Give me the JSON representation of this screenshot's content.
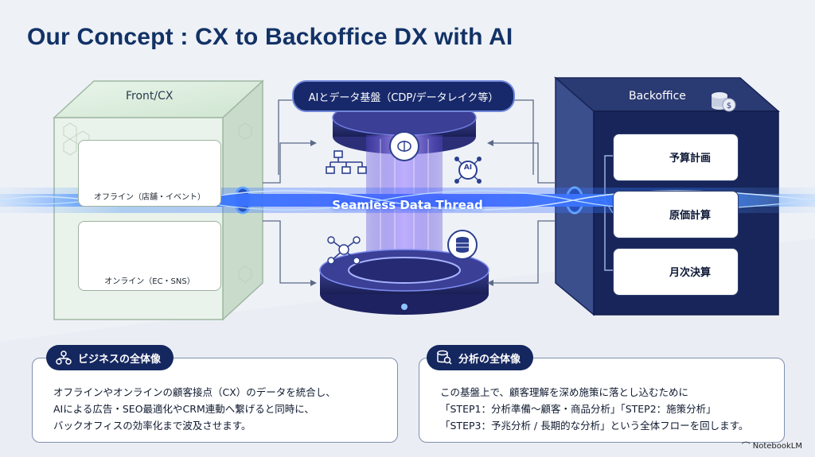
{
  "title": "Our Concept : CX to Backoffice DX with AI",
  "front": {
    "title": "Front/CX",
    "offline_label": "オフライン（店舗・イベント）",
    "online_label": "オンライン（EC・SNS）"
  },
  "center": {
    "platform_label": "AIとデータ基盤（CDP/データレイク等）",
    "thread_label": "Seamless Data Thread",
    "ai_badge": "AI"
  },
  "backoffice": {
    "title": "Backoffice",
    "items": [
      {
        "label": "予算計画",
        "icon": "budget-calculator-icon"
      },
      {
        "label": "原価計算",
        "icon": "cost-chart-icon"
      },
      {
        "label": "月次決算",
        "icon": "calendar-check-icon"
      }
    ]
  },
  "panels": {
    "business": {
      "tag": "ビジネスの全体像",
      "icon": "org-chart-icon",
      "lines": [
        "オフラインやオンラインの顧客接点（CX）のデータを統合し、",
        "AIによる広告・SEO最適化やCRM連動へ繋げると同時に、",
        "バックオフィスの効率化まで波及させます。"
      ]
    },
    "analysis": {
      "tag": "分析の全体像",
      "icon": "database-search-icon",
      "lines": [
        "この基盤上で、顧客理解を深め施策に落とし込むために",
        "「STEP1：分析準備〜顧客・商品分析」「STEP2：施策分析」",
        "「STEP3：予兆分析 / 長期的な分析」という全体フローを回します。"
      ]
    }
  },
  "branding": "NotebookLM",
  "colors": {
    "navy": "#15275f",
    "title_blue": "#123266",
    "thread_blue": "#2f7bff",
    "front_green": "#dfeee0",
    "backoffice_navy": "#1c2b5c"
  }
}
